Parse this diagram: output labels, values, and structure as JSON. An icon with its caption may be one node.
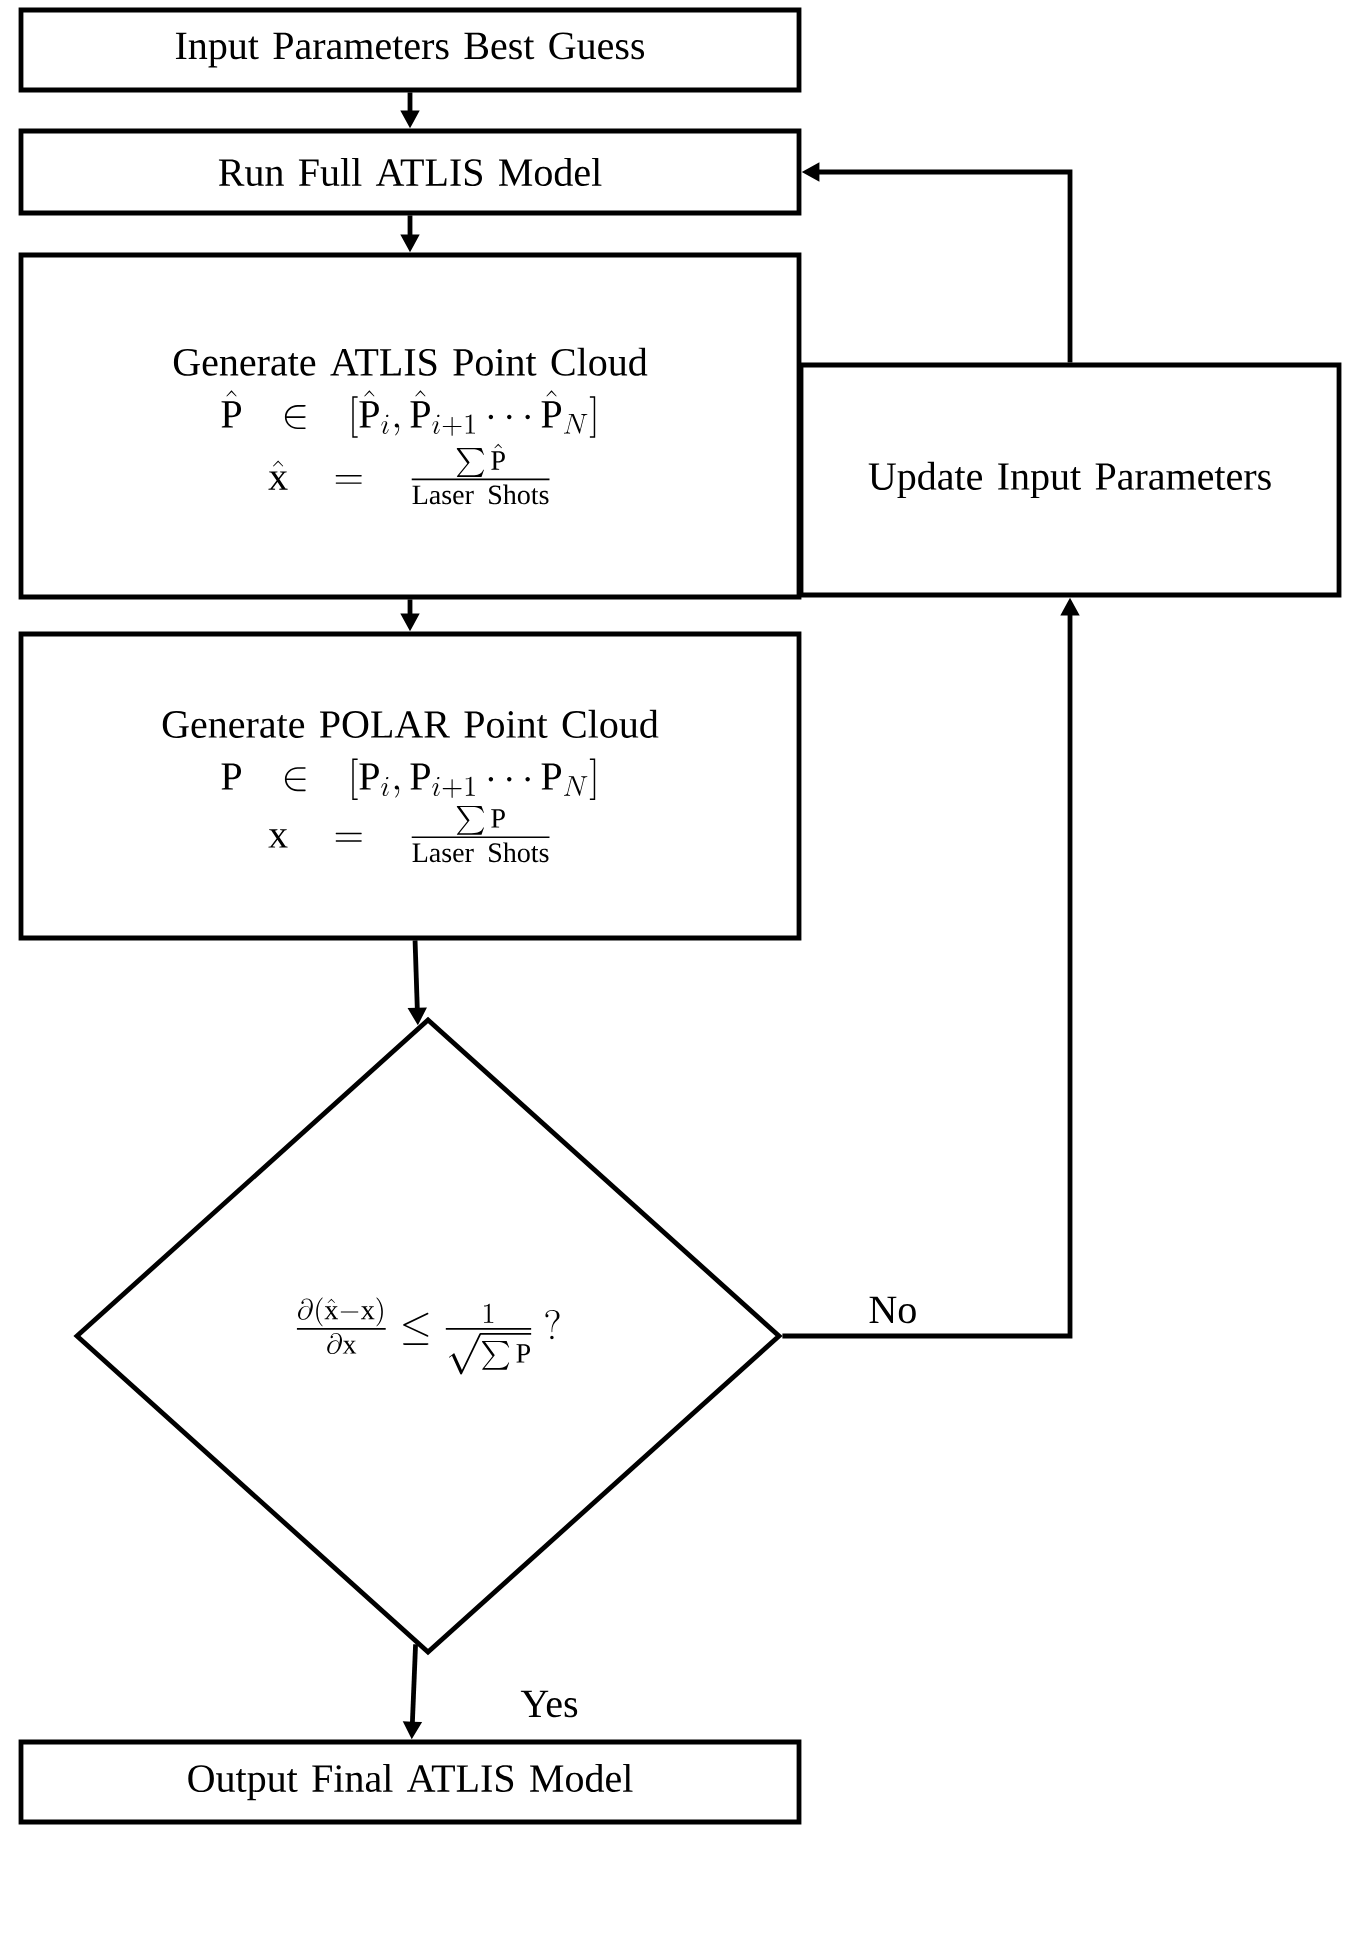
{
  "diagram": {
    "nodes": [
      {
        "text": [
          "Input Parameters Best Guess"
        ]
      },
      {
        "text": [
          "Run Full ATLIS Model"
        ]
      },
      {
        "text": [
          "Generate ATLIS Point Cloud",
          "\\hat{\\mathrm{P}} \\in [\\hat{\\mathrm{P}}_i, \\hat{\\mathrm{P}}_{i+1} \\cdots \\hat{\\mathrm{P}}_N]",
          "\\hat{\\mathrm{x}} = \\frac{\\sum \\hat{\\mathrm{P}}}{\\text{Laser Shots}}"
        ]
      },
      {
        "text": [
          "Generate POLAR Point Cloud",
          "\\mathrm{P} \\in [\\mathrm{P}_i, \\mathrm{P}_{i+1} \\cdots \\mathrm{P}_N]",
          "\\mathrm{x} = \\frac{\\sum \\mathrm{P}}{\\text{Laser Shots}}"
        ]
      },
      {
        "text": [
          "\\frac{\\partial(\\hat{\\mathrm{x}} - \\mathrm{x})}{\\partial \\mathrm{x}} \\leq \\frac{1}{\\sqrt{\\sum \\mathrm{P}}}\\ ?"
        ]
      },
      {
        "text": [
          "Output Final ATLIS Model"
        ]
      },
      {
        "text": [
          "Update Input Parameters"
        ]
      }
    ],
    "edges": [
      {
        "from": 0,
        "to": 1,
        "arrow": "to"
      },
      {
        "from": 1,
        "to": 2,
        "arrow": "to"
      },
      {
        "from": 2,
        "to": 3,
        "arrow": "to"
      },
      {
        "from": 3,
        "to": 4,
        "arrow": "to"
      },
      {
        "from": 4,
        "to": 5,
        "arrow": "to",
        "label": "Yes"
      },
      {
        "from": 4,
        "to": 6,
        "arrow": "to",
        "label": "No"
      },
      {
        "from": 6,
        "to": 1,
        "arrow": "to"
      }
    ]
  }
}
